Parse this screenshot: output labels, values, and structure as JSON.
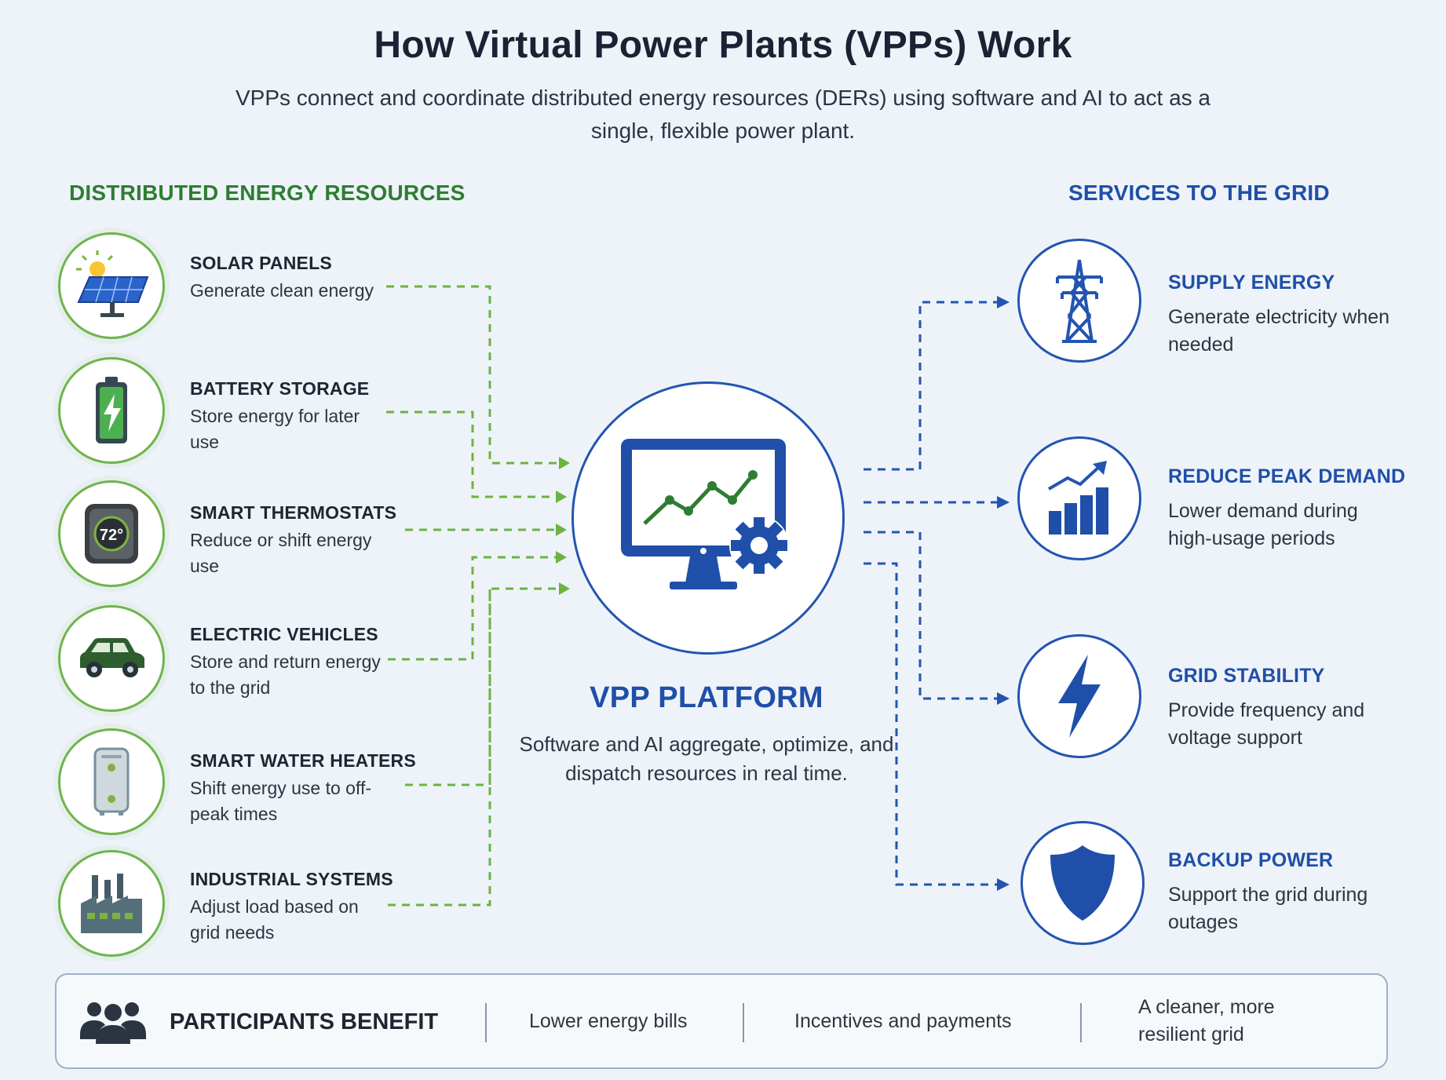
{
  "title": "How Virtual Power Plants (VPPs) Work",
  "subtitle": "VPPs connect and coordinate distributed energy resources (DERs) using software and AI to act as a single, flexible power plant.",
  "left_heading": "DISTRIBUTED ENERGY RESOURCES",
  "right_heading": "SERVICES TO THE GRID",
  "resources": [
    {
      "title": "SOLAR PANELS",
      "desc": "Generate clean energy",
      "icon": "solar-panel-icon"
    },
    {
      "title": "BATTERY STORAGE",
      "desc": "Store energy for later use",
      "icon": "battery-icon"
    },
    {
      "title": "SMART THERMOSTATS",
      "desc": "Reduce or shift energy use",
      "icon": "thermostat-icon",
      "readout": "72°"
    },
    {
      "title": "ELECTRIC VEHICLES",
      "desc": "Store and return energy to the grid",
      "icon": "car-icon"
    },
    {
      "title": "SMART WATER HEATERS",
      "desc": "Shift energy use to off-peak times",
      "icon": "water-heater-icon"
    },
    {
      "title": "INDUSTRIAL SYSTEMS",
      "desc": "Adjust load based on grid needs",
      "icon": "factory-icon"
    }
  ],
  "platform": {
    "title": "VPP PLATFORM",
    "desc": "Software and AI aggregate, optimize, and dispatch resources in real time.",
    "icon": "monitor-chart-gear-icon"
  },
  "services": [
    {
      "title": "SUPPLY ENERGY",
      "desc": "Generate electricity when needed",
      "icon": "power-tower-icon"
    },
    {
      "title": "REDUCE PEAK DEMAND",
      "desc": "Lower demand during high-usage periods",
      "icon": "bar-chart-trend-icon"
    },
    {
      "title": "GRID STABILITY",
      "desc": "Provide frequency and voltage support",
      "icon": "lightning-icon"
    },
    {
      "title": "BACKUP POWER",
      "desc": "Support the grid during outages",
      "icon": "shield-icon"
    }
  ],
  "benefits": {
    "heading": "PARTICIPANTS BENEFIT",
    "icon": "people-group-icon",
    "items": [
      "Lower energy bills",
      "Incentives and payments",
      "A cleaner, more resilient grid"
    ]
  },
  "colors": {
    "green": "#2e7d32",
    "green_light": "#6fb44c",
    "blue": "#1f4fa8",
    "dark_text": "#1e2630"
  }
}
